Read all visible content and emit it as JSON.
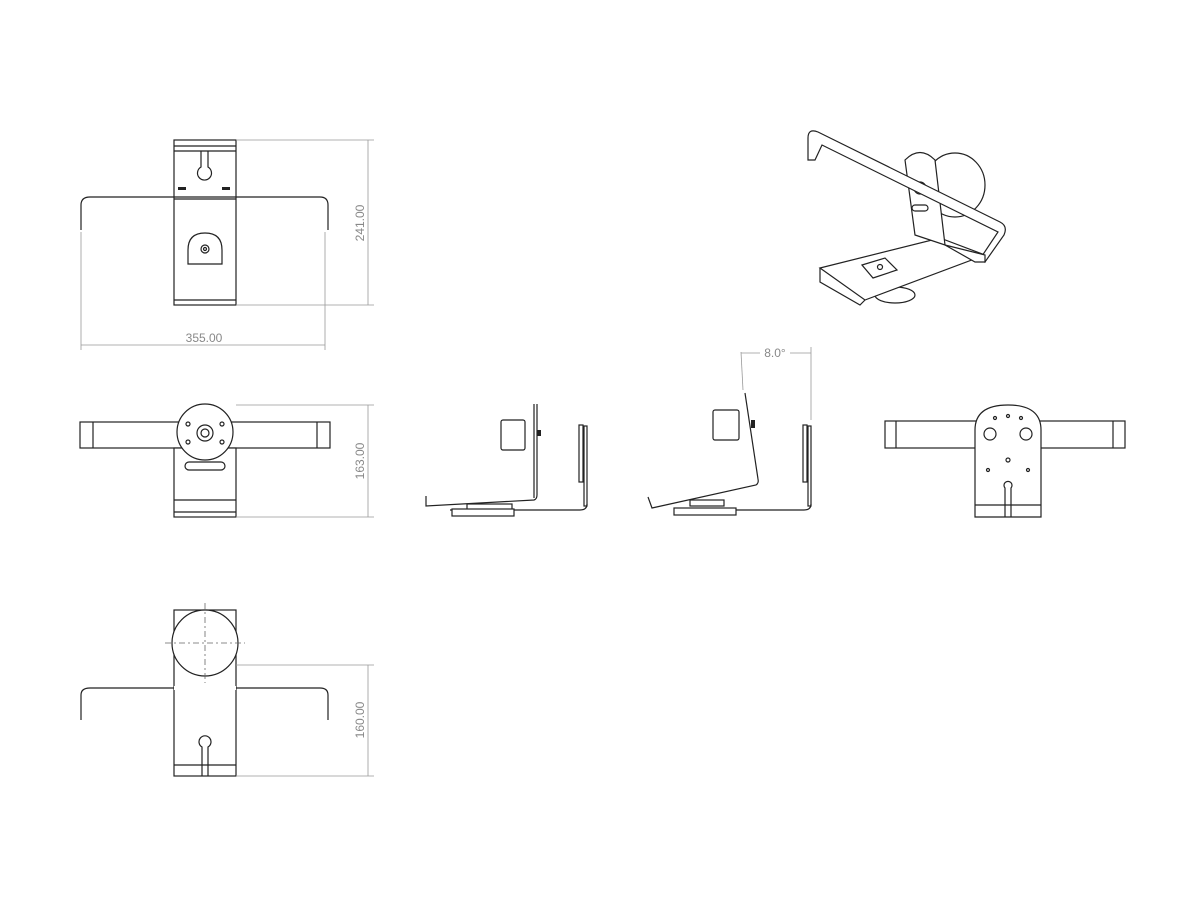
{
  "drawing": {
    "dimensions": {
      "top_width": "355.00",
      "top_height": "241.00",
      "front_height": "163.00",
      "bottom_height": "160.00",
      "tilt_angle": "8.0°"
    }
  }
}
